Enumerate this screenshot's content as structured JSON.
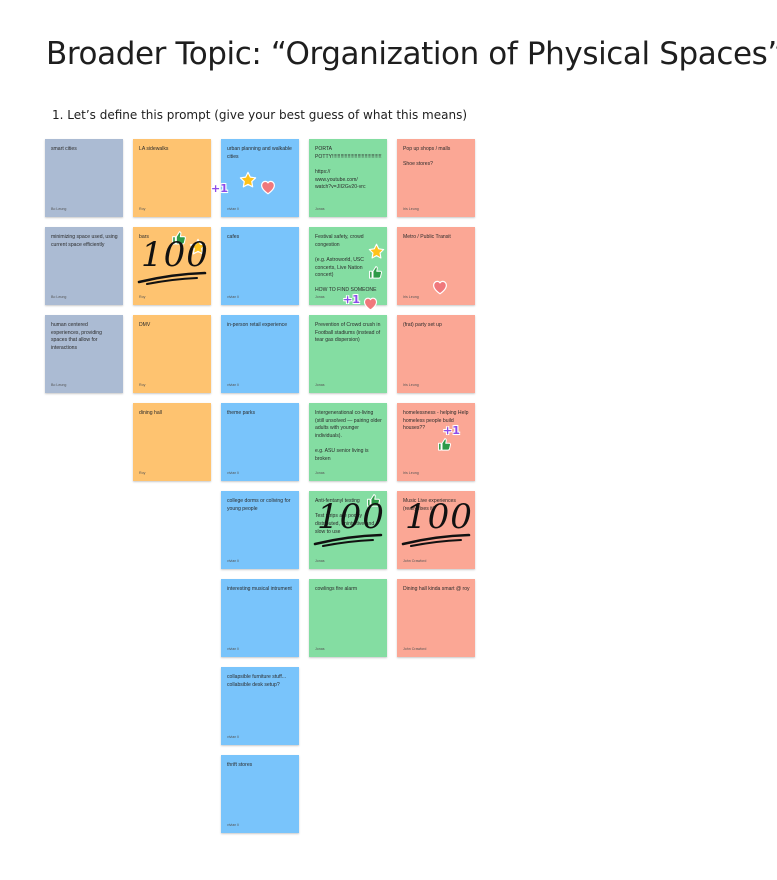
{
  "title": "Broader Topic: “Organization of Physical Spaces”",
  "prompt": "1.  Let’s define this prompt (give your best guess of what this means)",
  "sticker_icons": [
    "thumbs-up-icon",
    "star-icon",
    "heart-icon",
    "plus-one-icon",
    "hundred-emoji-icon"
  ],
  "sticker_texts": {
    "plus_one": "+1",
    "hundred": "100"
  },
  "colors": {
    "gray": "#abbbd3",
    "orange": "#fec370",
    "blue": "#79c4fb",
    "green": "#84dda2",
    "red": "#fba795",
    "thumbs": "#2e9a47",
    "star": "#ffc21a",
    "heart": "#f0787c",
    "plus_one": "#8c4bea"
  },
  "columns": [
    {
      "color": "gray",
      "notes": [
        {
          "text": "smart cities",
          "author": "Bo Leung"
        },
        {
          "text": "minimizing space used, using current space efficiently",
          "author": "Bo Leung"
        },
        {
          "text": "human centered experiences, providing spaces that allow for interactions",
          "author": "Bo Leung"
        }
      ]
    },
    {
      "color": "orange",
      "notes": [
        {
          "text": "LA sidewalks",
          "author": "Roy"
        },
        {
          "text": "bars",
          "author": "Roy"
        },
        {
          "text": "DMV",
          "author": "Roy"
        },
        {
          "text": "dining hall",
          "author": "Roy"
        }
      ]
    },
    {
      "color": "blue",
      "notes": [
        {
          "text": "urban planning and walkable cities",
          "author": "vivian li"
        },
        {
          "text": "cafes",
          "author": "vivian li"
        },
        {
          "text": "in-person retail experience",
          "author": "vivian li"
        },
        {
          "text": "theme parks",
          "author": "vivian li"
        },
        {
          "text": "college dorms or coliving for young people",
          "author": "vivian li"
        },
        {
          "text": "interesting musical intrument",
          "author": "vivian li"
        },
        {
          "text": "collapsible furniture stuff... collabsible desk setup?",
          "author": "vivian li"
        },
        {
          "text": "thrift stores",
          "author": "vivian li"
        }
      ]
    },
    {
      "color": "green",
      "notes": [
        {
          "text": "PORTA POTTY!!!!!!!!!!!!!!!!!!!!!!!!!!!!!!!!!!!!!!!!!!!!!!!!!!!!!!!!!!\n\nhttps://\nwww.youtube.com/\nwatch?v=JII2Gv20-vrc",
          "author": "Jonas"
        },
        {
          "text": "Festival safety, crowd congestion\n\n(e.g. Astroworld, USC concerts, Live Nation concert)\n\nHOW TO FIND SOMEONE IN A CROWD",
          "author": "Jonas"
        },
        {
          "text": "Prevention of Crowd crush in Football stadiums (instead of tear gas dispersion)",
          "author": "Jonas"
        },
        {
          "text": "Intergenerational co-living (still unsolved — pairing older adults with younger individuals).\n\ne.g. ASU senior living is broken",
          "author": "Jonas"
        },
        {
          "text": "Anti-fentanyl testing\n\nTest strips are poorly distributed, unintuitive and slow to use",
          "author": "Jonas"
        },
        {
          "text": "cowlings fire alarm",
          "author": "Jonas"
        }
      ]
    },
    {
      "color": "red",
      "notes": [
        {
          "text": "Pop up shops / malls\n\nShoe stores?",
          "author": "Iris Leung"
        },
        {
          "text": "Metro / Public Transit",
          "author": "Iris Leung"
        },
        {
          "text": "(frat) party set up",
          "author": "Iris Leung"
        },
        {
          "text": "homelessness - helping Help homeless people build houses??",
          "author": "Iris Leung"
        },
        {
          "text": "Music Live experiences (really fixes it)",
          "author": "John Crawford"
        },
        {
          "text": "Dining hall kinda smart @ roy",
          "author": "John Crawford"
        }
      ]
    }
  ]
}
